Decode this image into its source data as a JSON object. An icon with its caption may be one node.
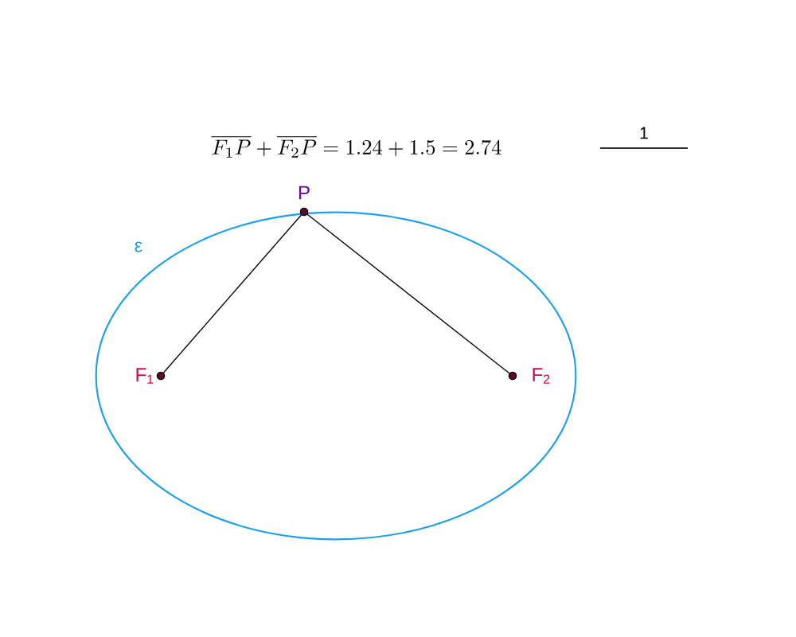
{
  "diagram": {
    "nodes": [
      {
        "text": [],
        "shape": "ellipse",
        "beside": [
          "ε"
        ]
      },
      {
        "text": [],
        "shape": "circle",
        "beside": [
          "P"
        ]
      },
      {
        "text": [],
        "shape": "circle",
        "beside": [
          "F$_{1}$"
        ],
        "in": 0
      },
      {
        "text": [],
        "shape": "circle",
        "beside": [
          "F$_{2}$"
        ],
        "in": 0
      }
    ],
    "edges": [
      {
        "from": 2,
        "to": 1,
        "arrow": "none"
      },
      {
        "from": 1,
        "to": 3,
        "arrow": "none"
      }
    ],
    "labels": [
      "\\overline{F_1P}+\\overline{F_2P}=1.24+1.5=2.74",
      "1"
    ]
  }
}
